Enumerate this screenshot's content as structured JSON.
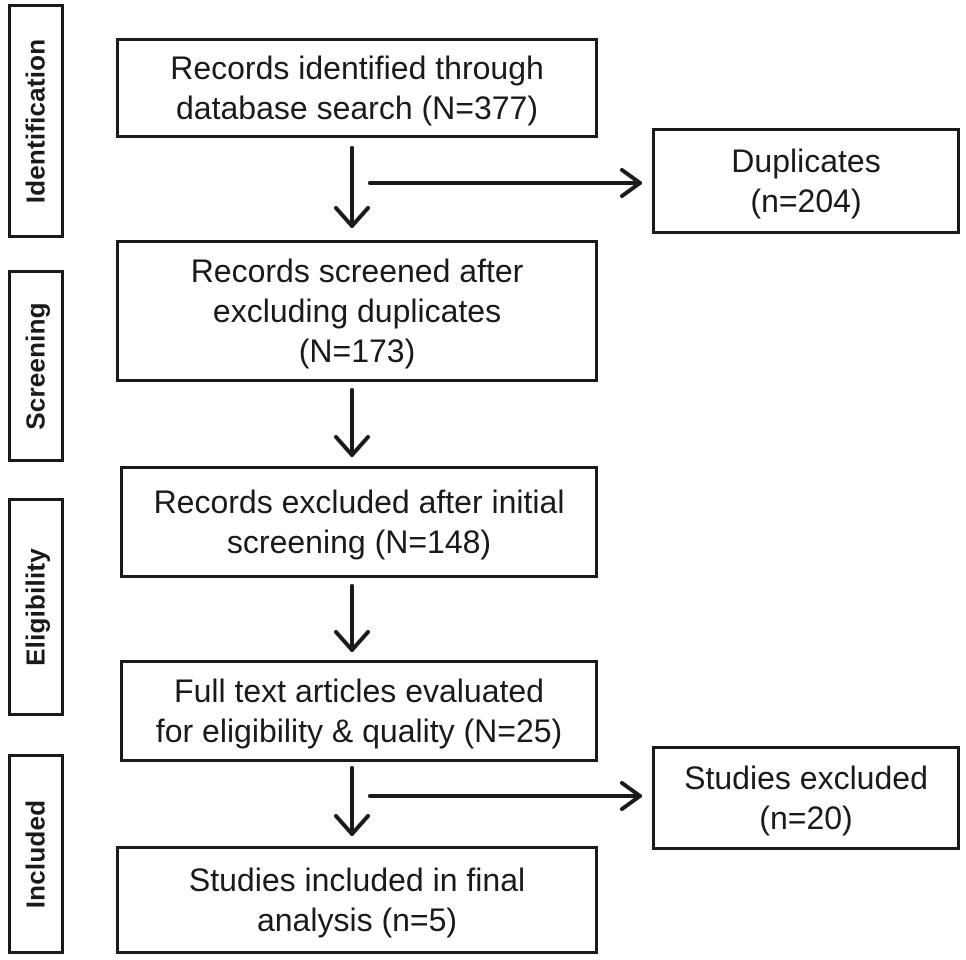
{
  "stages": {
    "identification": "Identification",
    "screening": "Screening",
    "eligibility": "Eligibility",
    "included": "Included"
  },
  "boxes": {
    "records_identified": [
      "Records identified through",
      "database search (N=377)"
    ],
    "duplicates": [
      "Duplicates",
      "(n=204)"
    ],
    "records_screened": [
      "Records screened after",
      "excluding duplicates",
      "(N=173)"
    ],
    "records_excluded": [
      "Records excluded after initial",
      "screening (N=148)"
    ],
    "full_text": [
      "Full text articles evaluated",
      "for eligibility & quality (N=25)"
    ],
    "studies_excluded": [
      "Studies excluded",
      "(n=20)"
    ],
    "studies_included": [
      "Studies included in final",
      "analysis (n=5)"
    ]
  }
}
